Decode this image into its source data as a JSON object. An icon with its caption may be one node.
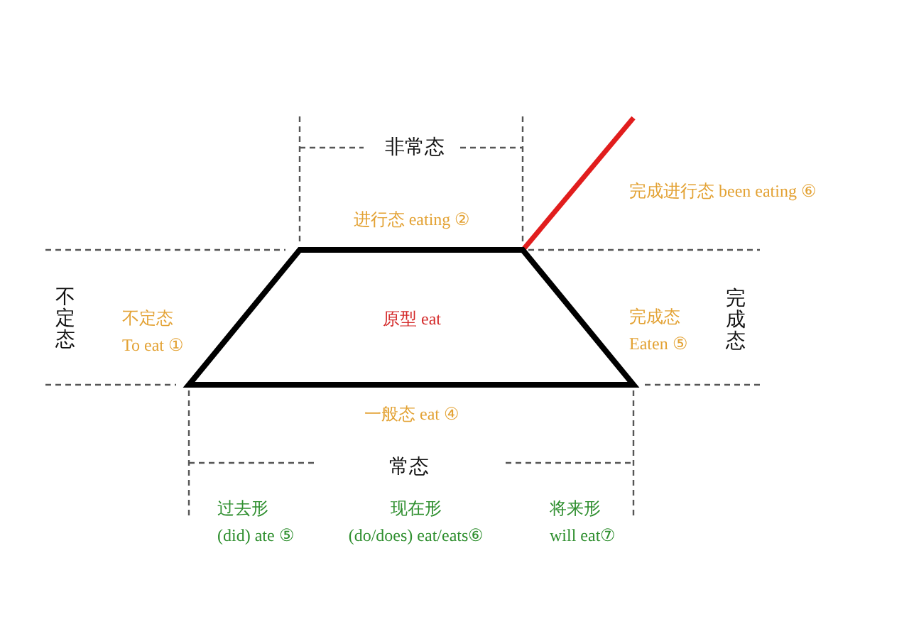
{
  "diagram": {
    "nodes": [
      {
        "text": [
          "原型 eat"
        ]
      }
    ],
    "labels": [
      "非常态",
      "完成进行态 been eating ⑥",
      "进行态 eating ②",
      "不定态",
      "不定态 To eat ①",
      "完成态 Eaten ⑤",
      "完成态",
      "一般态 eat ④",
      "常态",
      "过去形 (did) ate ⑤",
      "现在形 (do/does) eat/eats⑥",
      "将来形 will eat⑦"
    ]
  }
}
